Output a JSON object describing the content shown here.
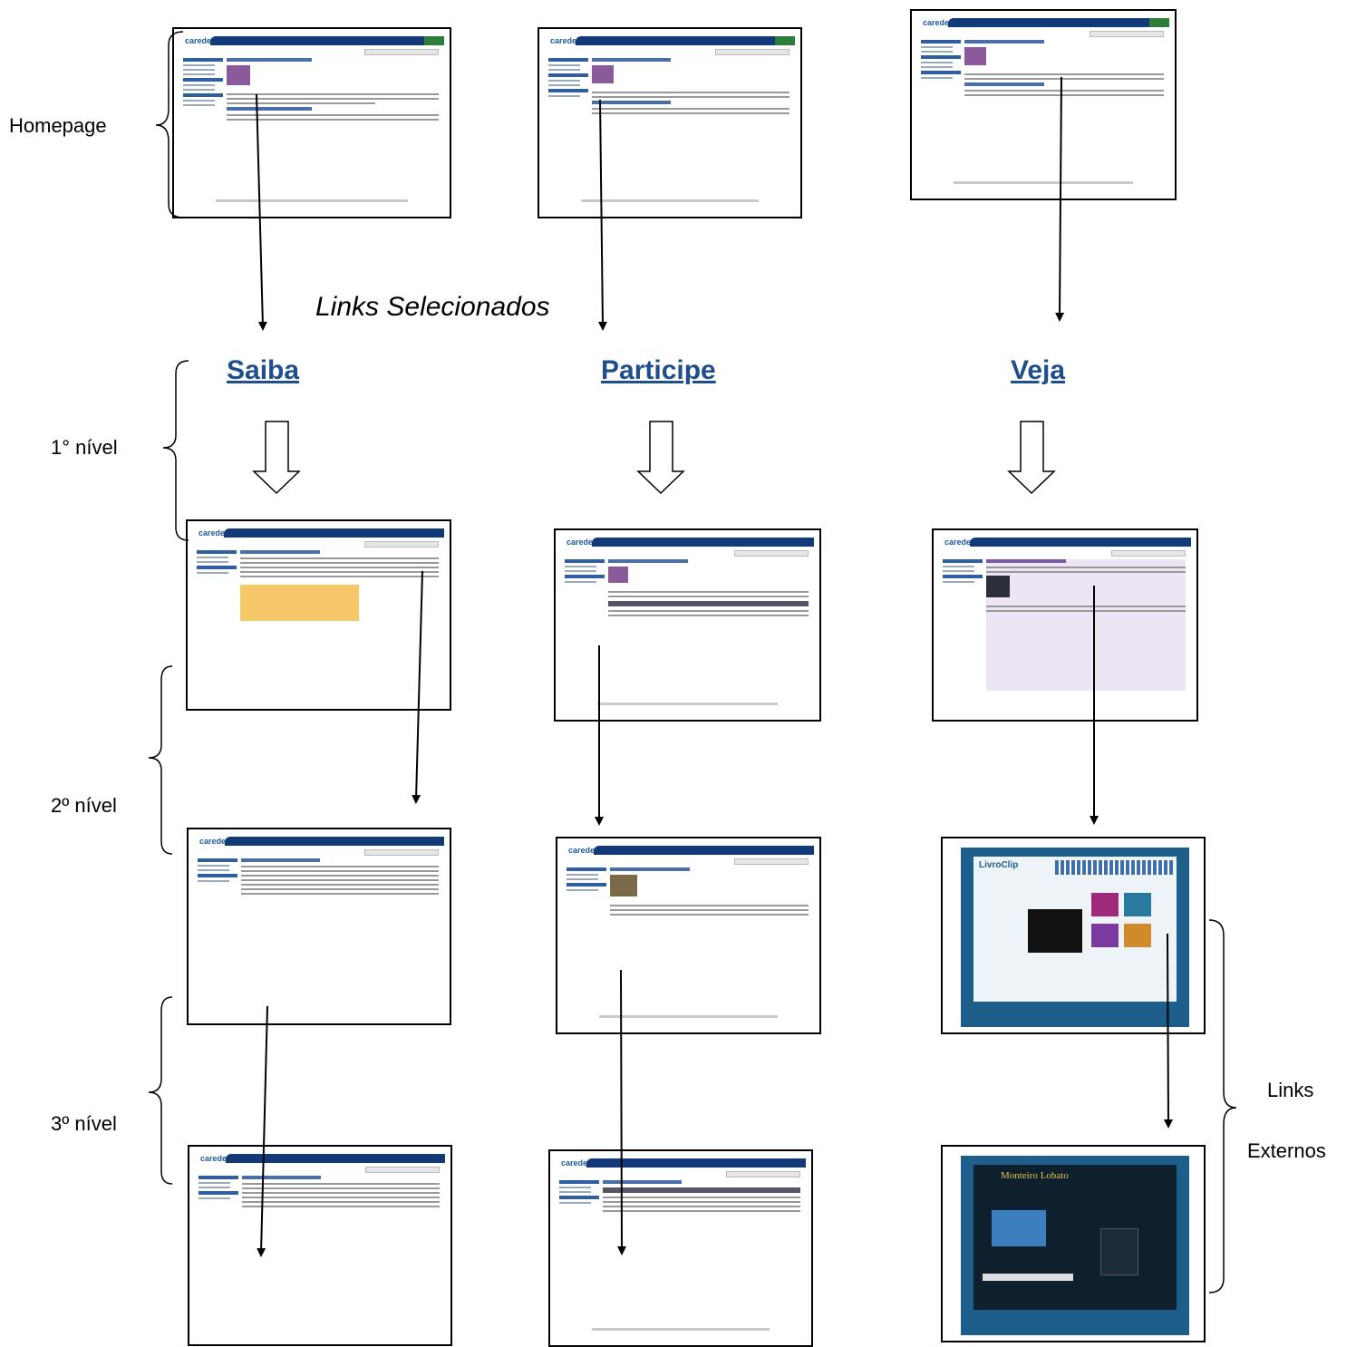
{
  "labels": {
    "homepage": "Homepage",
    "links_selecionados": "Links Selecionados",
    "nivel1": "1° nível",
    "nivel2": "2º nível",
    "nivel3": "3º nível",
    "links": "Links",
    "externos": "Externos"
  },
  "columns": [
    {
      "title": "Saiba"
    },
    {
      "title": "Participe"
    },
    {
      "title": "Veja"
    }
  ],
  "thumbnails": {
    "logo_text": "carede",
    "ext_top_text": "LivroClip",
    "ext_bottom_text": "Monteiro Lobato"
  },
  "colors": {
    "link_blue": "#1f4e8c",
    "header_navy": "#123a78",
    "ext_blue": "#1d5f8a"
  }
}
